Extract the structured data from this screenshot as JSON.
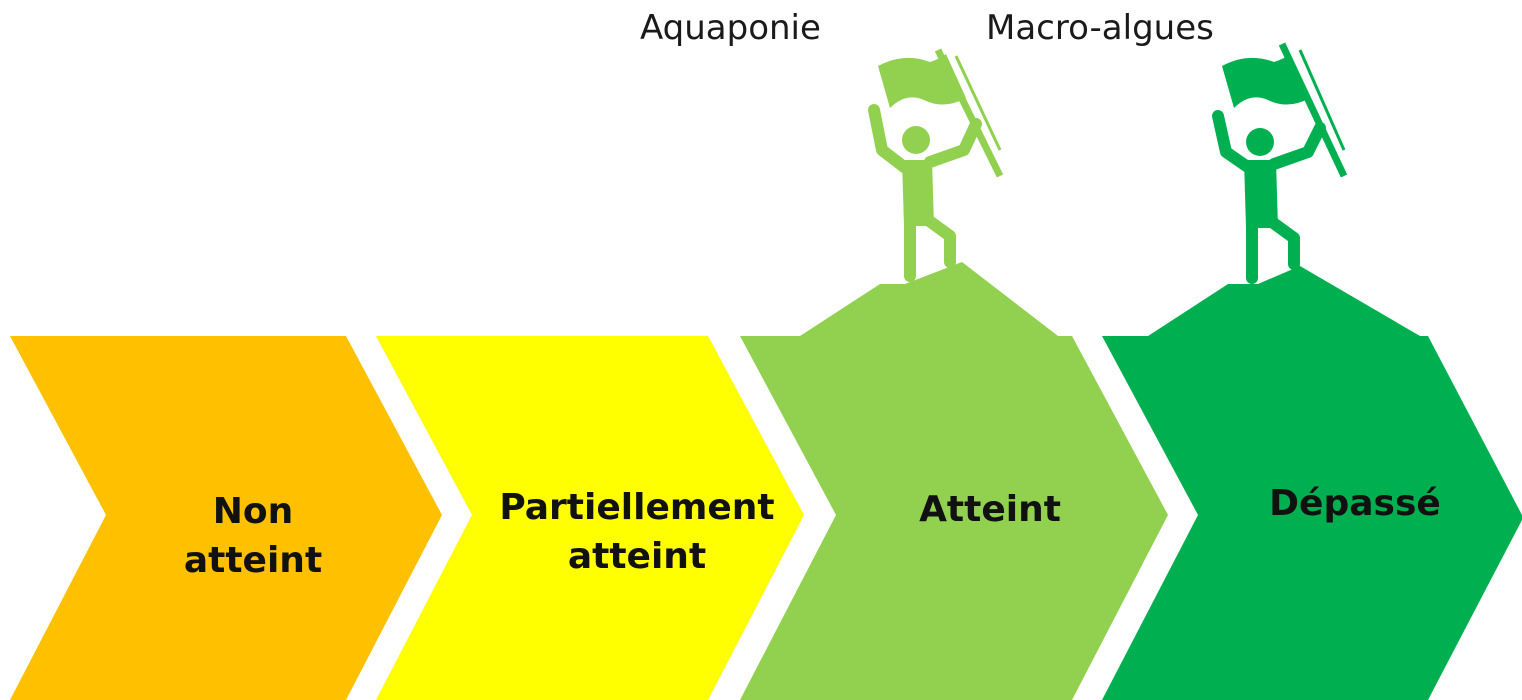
{
  "markers": [
    {
      "label": "Aquaponie",
      "color": "#92D050"
    },
    {
      "label": "Macro-algues",
      "color": "#00B050"
    }
  ],
  "steps": [
    {
      "line1": "Non",
      "line2": "atteint",
      "color": "#FFC000"
    },
    {
      "line1": "Partiellement",
      "line2": "atteint",
      "color": "#FFFF00"
    },
    {
      "line1": "Atteint",
      "line2": "",
      "color": "#92D050"
    },
    {
      "line1": "Dépassé",
      "line2": "",
      "color": "#00B050"
    }
  ]
}
